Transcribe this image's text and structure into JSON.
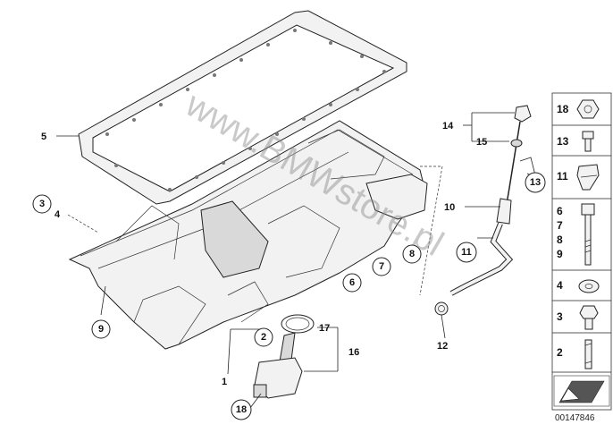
{
  "diagram": {
    "watermark": "www.BMWstore.pl",
    "doc_number": "00147846",
    "callouts": [
      {
        "id": "c1",
        "text": "1",
        "circled": false
      },
      {
        "id": "c2",
        "text": "2",
        "circled": true
      },
      {
        "id": "c3",
        "text": "3",
        "circled": true
      },
      {
        "id": "c4",
        "text": "4",
        "circled": false
      },
      {
        "id": "c5",
        "text": "5",
        "circled": false
      },
      {
        "id": "c6",
        "text": "6",
        "circled": true
      },
      {
        "id": "c7",
        "text": "7",
        "circled": true
      },
      {
        "id": "c8",
        "text": "8",
        "circled": true
      },
      {
        "id": "c9",
        "text": "9",
        "circled": true
      },
      {
        "id": "c10",
        "text": "10",
        "circled": false
      },
      {
        "id": "c11",
        "text": "11",
        "circled": true
      },
      {
        "id": "c12",
        "text": "12",
        "circled": false
      },
      {
        "id": "c13",
        "text": "13",
        "circled": true
      },
      {
        "id": "c14",
        "text": "14",
        "circled": false
      },
      {
        "id": "c15",
        "text": "15",
        "circled": false
      },
      {
        "id": "c16",
        "text": "16",
        "circled": false
      },
      {
        "id": "c17",
        "text": "17",
        "circled": false
      },
      {
        "id": "c18",
        "text": "18",
        "circled": true
      }
    ],
    "legend": [
      {
        "id": "l18",
        "labels": [
          "18"
        ],
        "icon": "nut-icon"
      },
      {
        "id": "l13",
        "labels": [
          "13"
        ],
        "icon": "bolt-icon"
      },
      {
        "id": "l11",
        "labels": [
          "11"
        ],
        "icon": "clip-icon"
      },
      {
        "id": "l6789",
        "labels": [
          "6",
          "7",
          "8",
          "9"
        ],
        "icon": "long-bolt-icon"
      },
      {
        "id": "l4",
        "labels": [
          "4"
        ],
        "icon": "washer-icon"
      },
      {
        "id": "l3",
        "labels": [
          "3"
        ],
        "icon": "flange-bolt-icon"
      },
      {
        "id": "l2",
        "labels": [
          "2"
        ],
        "icon": "stud-icon"
      }
    ],
    "legend_footer_icon": "arrow-icon"
  }
}
